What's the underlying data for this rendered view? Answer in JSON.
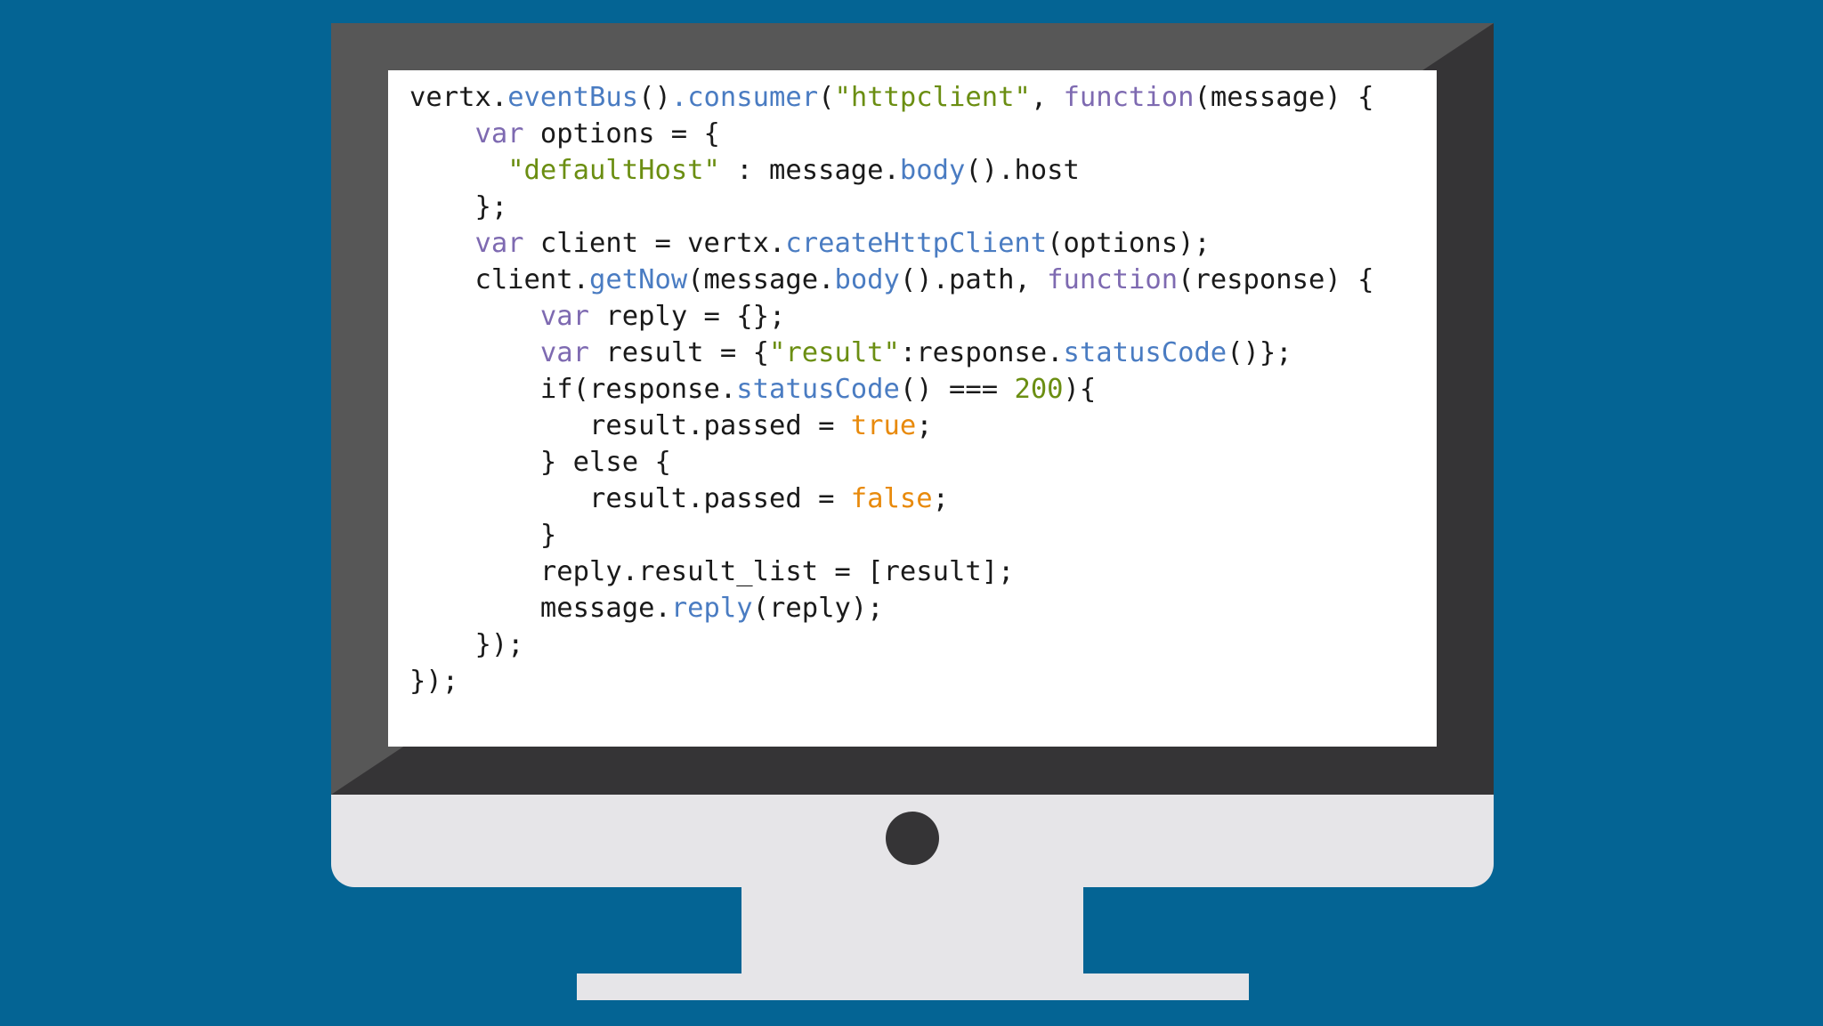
{
  "colors": {
    "background": "#046494",
    "bezel_light": "#575757",
    "bezel_dark": "#353436",
    "chin": "#e6e5e8",
    "stand": "#e6e5e8",
    "power_button": "#353436",
    "screen": "#ffffff"
  },
  "syntax_colors": {
    "plain": "#1a1a1a",
    "keyword": "#7e6ab1",
    "method": "#4a7cc2",
    "string": "#6b8e12",
    "number": "#6b8e12",
    "boolean": "#e88a0c"
  },
  "code": [
    [
      [
        "plain",
        "vertx."
      ],
      [
        "method",
        "eventBus"
      ],
      [
        "plain",
        "()"
      ],
      [
        "method",
        ".consumer"
      ],
      [
        "plain",
        "("
      ],
      [
        "string",
        "\"httpclient\""
      ],
      [
        "plain",
        ", "
      ],
      [
        "keyword",
        "function"
      ],
      [
        "plain",
        "(message) {"
      ]
    ],
    [
      [
        "plain",
        "    "
      ],
      [
        "keyword",
        "var"
      ],
      [
        "plain",
        " options = {"
      ]
    ],
    [
      [
        "plain",
        "      "
      ],
      [
        "string",
        "\"defaultHost\""
      ],
      [
        "plain",
        " : message."
      ],
      [
        "method",
        "body"
      ],
      [
        "plain",
        "().host"
      ]
    ],
    [
      [
        "plain",
        "    };"
      ]
    ],
    [
      [
        "plain",
        "    "
      ],
      [
        "keyword",
        "var"
      ],
      [
        "plain",
        " client = vertx."
      ],
      [
        "method",
        "createHttpClient"
      ],
      [
        "plain",
        "(options);"
      ]
    ],
    [
      [
        "plain",
        "    client."
      ],
      [
        "method",
        "getNow"
      ],
      [
        "plain",
        "(message."
      ],
      [
        "method",
        "body"
      ],
      [
        "plain",
        "().path, "
      ],
      [
        "keyword",
        "function"
      ],
      [
        "plain",
        "(response) {"
      ]
    ],
    [
      [
        "plain",
        "        "
      ],
      [
        "keyword",
        "var"
      ],
      [
        "plain",
        " reply = {};"
      ]
    ],
    [
      [
        "plain",
        "        "
      ],
      [
        "keyword",
        "var"
      ],
      [
        "plain",
        " result = {"
      ],
      [
        "string",
        "\"result\""
      ],
      [
        "plain",
        ":response."
      ],
      [
        "method",
        "statusCode"
      ],
      [
        "plain",
        "()};"
      ]
    ],
    [
      [
        "plain",
        "        if(response."
      ],
      [
        "method",
        "statusCode"
      ],
      [
        "plain",
        "() === "
      ],
      [
        "number",
        "200"
      ],
      [
        "plain",
        "){"
      ]
    ],
    [
      [
        "plain",
        "           result.passed = "
      ],
      [
        "boolean",
        "true"
      ],
      [
        "plain",
        ";"
      ]
    ],
    [
      [
        "plain",
        "        } else {"
      ]
    ],
    [
      [
        "plain",
        "           result.passed = "
      ],
      [
        "boolean",
        "false"
      ],
      [
        "plain",
        ";"
      ]
    ],
    [
      [
        "plain",
        "        }"
      ]
    ],
    [
      [
        "plain",
        "        reply.result_list = [result];"
      ]
    ],
    [
      [
        "plain",
        "        message."
      ],
      [
        "method",
        "reply"
      ],
      [
        "plain",
        "(reply);"
      ]
    ],
    [
      [
        "plain",
        "    });"
      ]
    ],
    [
      [
        "plain",
        "});"
      ]
    ]
  ]
}
